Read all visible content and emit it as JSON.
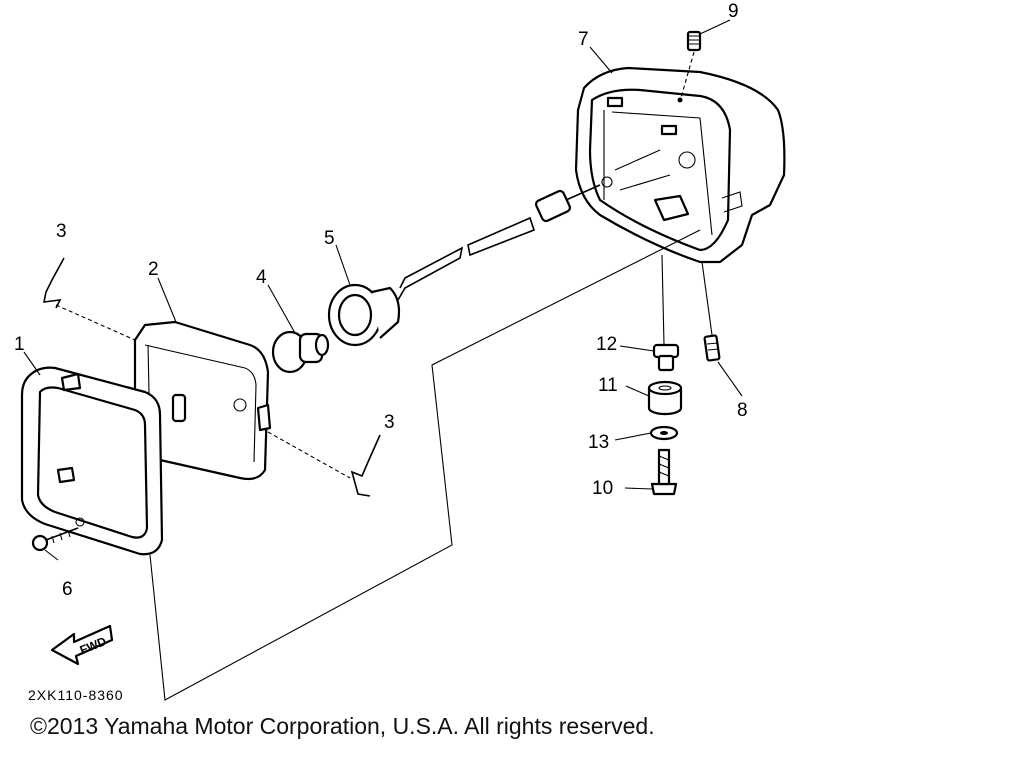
{
  "callouts": {
    "c1": "1",
    "c2": "2",
    "c3a": "3",
    "c3b": "3",
    "c4": "4",
    "c5": "5",
    "c6": "6",
    "c7": "7",
    "c8": "8",
    "c9": "9",
    "c10": "10",
    "c11": "11",
    "c12": "12",
    "c13": "13"
  },
  "diagram_code": "2XK110-8360",
  "fwd_label": "FWD",
  "copyright": "©2013 Yamaha Motor Corporation, U.S.A. All rights reserved."
}
